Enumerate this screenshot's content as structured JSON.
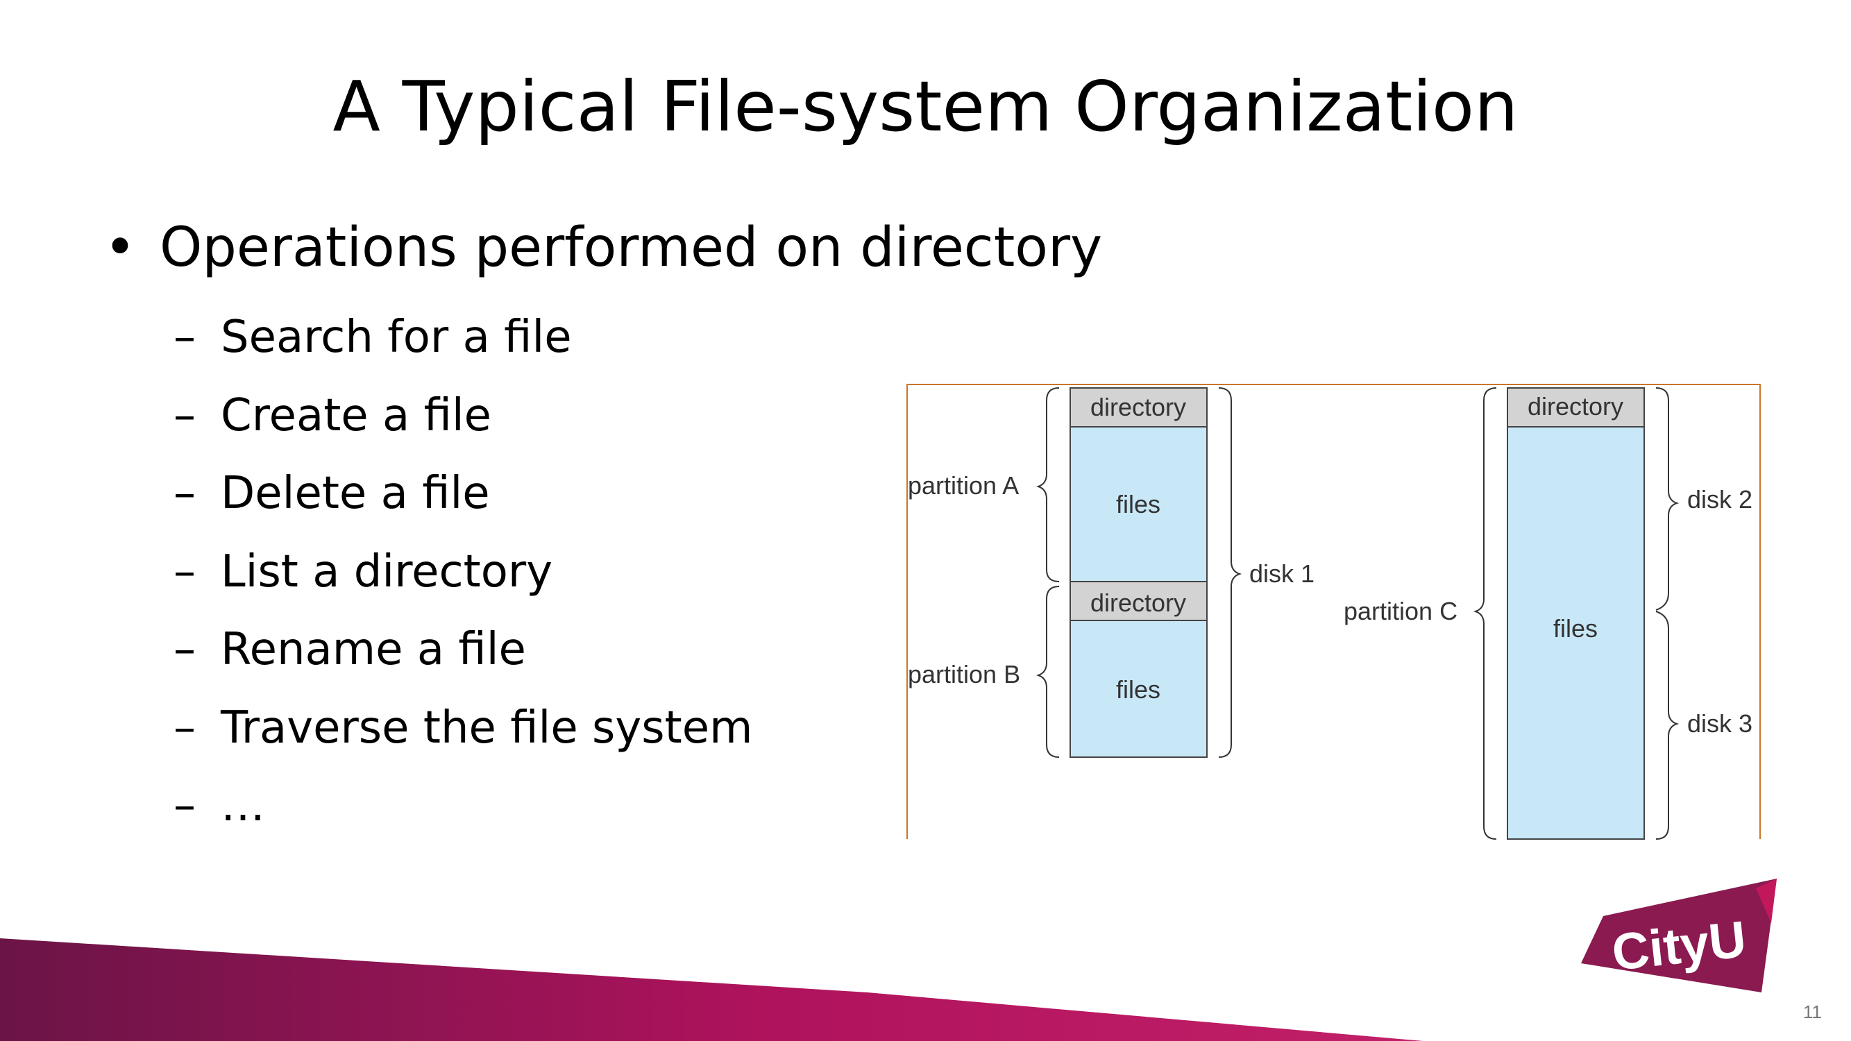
{
  "slide": {
    "title": "A Typical File-system Organization",
    "bullet": "Operations performed on directory",
    "bullet_marker": "•",
    "sub_marker": "–",
    "sub_items": [
      "Search for a file",
      "Create a file",
      "Delete a file",
      "List a directory",
      "Rename a file",
      "Traverse the file system",
      "…"
    ],
    "page_number": "11"
  },
  "diagram": {
    "directory_label": "directory",
    "files_label": "files",
    "partition_a": "partition A",
    "partition_b": "partition B",
    "partition_c": "partition C",
    "disk_1": "disk 1",
    "disk_2": "disk 2",
    "disk_3": "disk 3"
  },
  "logo": {
    "text": "CityU"
  },
  "colors": {
    "files_fill": "#c8e8f8",
    "directory_fill": "#d3d3d3",
    "band_dark": "#6b1447",
    "band_bright": "#b0135d",
    "logo_bg": "#8a1a4f"
  }
}
